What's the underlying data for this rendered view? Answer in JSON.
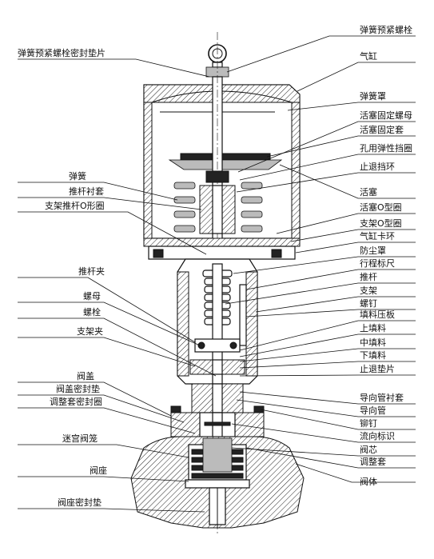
{
  "labels_right": [
    "弹簧预紧螺栓",
    "气缸",
    "弹簧罩",
    "活塞固定螺母",
    "活塞固定套",
    "孔用弹性挡圈",
    "止退挡环",
    "活塞",
    "活塞O型圈",
    "支架O型圈",
    "气缸卡环",
    "防尘罩",
    "行程标尺",
    "推杆",
    "支架",
    "螺钉",
    "填料压板",
    "上填料",
    "中填料",
    "下填料",
    "止退垫片",
    "导向管衬套",
    "导向管",
    "铆钉",
    "流向标识",
    "阀芯",
    "调整套",
    "阀体"
  ],
  "labels_left": [
    "弹簧预紧螺栓密封垫片",
    "弹簧",
    "推杆衬套",
    "支架推杆O形圈",
    "推杆夹",
    "螺母",
    "螺栓",
    "支架夹",
    "阀盖",
    "阀盖密封垫",
    "调整套密封圈",
    "迷宫阀笼",
    "阀座",
    "阀座密封垫"
  ]
}
